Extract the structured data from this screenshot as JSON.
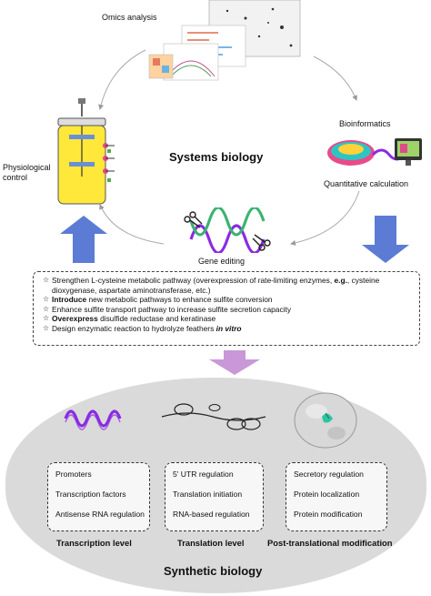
{
  "top": {
    "omics_label": "Omics analysis",
    "bioinformatics_label": "Bioinformatics",
    "quantitative_label": "Quantitative calculation",
    "physiological_label_line1": "Physiological",
    "physiological_label_line2": "control",
    "systems_biology_title": "Systems biology",
    "gene_editing_label": "Gene editing"
  },
  "strategies": {
    "items": [
      {
        "prefix": "",
        "rest": "Strengthen L-cysteine metabolic pathway (overexpression of rate-limiting enzymes, ",
        "bold_mid": "e.g.",
        "rest2": ", cysteine dioxygenase, aspartate aminotransferase, etc.)"
      },
      {
        "prefix": "Introduce",
        "rest": " new metabolic pathways to enhance sulfite conversion",
        "bold_mid": "",
        "rest2": ""
      },
      {
        "prefix": "",
        "rest": "Enhance sulfite transport pathway to increase sulfite secretion capacity",
        "bold_mid": "",
        "rest2": ""
      },
      {
        "prefix": "Overexpress",
        "rest": " disulfide reductase and keratinase",
        "bold_mid": "",
        "rest2": ""
      },
      {
        "prefix": "",
        "rest": "Design enzymatic reaction to hydrolyze feathers ",
        "bold_mid": "in vitro",
        "rest2": ""
      }
    ]
  },
  "levels": {
    "transcription": {
      "title": "Transcription level",
      "items": [
        "Promoters",
        "Transcription factors",
        "Antisense RNA regulation"
      ]
    },
    "translation": {
      "title": "Translation level",
      "items": [
        "5' UTR regulation",
        "Translation initiation",
        "RNA-based regulation"
      ]
    },
    "post_translational": {
      "title": "Post-translational modification",
      "items": [
        "Secretory regulation",
        "Protein localization",
        "Protein modification"
      ]
    }
  },
  "synthetic_biology_title": "Synthetic biology",
  "colors": {
    "arrow_blue": "#5b7bd5",
    "arrow_purple": "#c898d8",
    "bioreactor_yellow": "#ffe83a",
    "helix_purple": "#8a2be2",
    "helix_green": "#3cb371",
    "ellipse_grey": "#dadada"
  }
}
